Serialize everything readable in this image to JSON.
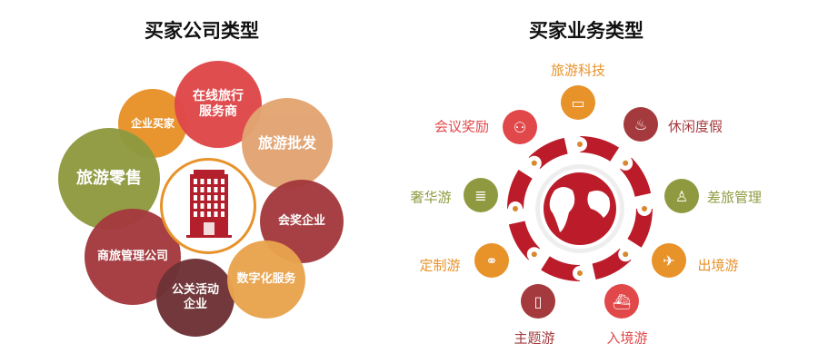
{
  "left": {
    "title": "买家公司类型",
    "bubbles": [
      {
        "label": "企业买家",
        "color": "#e8922a"
      },
      {
        "label": "在线旅行\n服务商",
        "color": "#e0484a"
      },
      {
        "label": "旅游批发",
        "color": "#e3a472"
      },
      {
        "label": "旅游零售",
        "color": "#8f9a40"
      },
      {
        "label": "会奖企业",
        "color": "#a43a3e"
      },
      {
        "label": "商旅管理公司",
        "color": "#a43a3e"
      },
      {
        "label": "公关活动\n企业",
        "color": "#6e3236"
      },
      {
        "label": "数字化服务",
        "color": "#e9a44e"
      }
    ],
    "center_icon": "building-icon"
  },
  "right": {
    "title": "买家业务类型",
    "ring_color": "#bc1c2a",
    "center_icon": "globe-icon",
    "items": [
      {
        "label": "旅游科技",
        "color": "#e8922a",
        "icon": "laptop-icon"
      },
      {
        "label": "会议奖励",
        "color": "#e0484a",
        "icon": "meeting-icon"
      },
      {
        "label": "休闲度假",
        "color": "#a53a3e",
        "icon": "leisure-icon"
      },
      {
        "label": "奢华游",
        "color": "#8f9a40",
        "icon": "coins-icon"
      },
      {
        "label": "差旅管理",
        "color": "#8f9a40",
        "icon": "businessman-icon"
      },
      {
        "label": "定制游",
        "color": "#e8922a",
        "icon": "handshake-icon"
      },
      {
        "label": "出境游",
        "color": "#e8922a",
        "icon": "airplane-icon"
      },
      {
        "label": "主题游",
        "color": "#a53a3e",
        "icon": "phone-icon"
      },
      {
        "label": "入境游",
        "color": "#e0484a",
        "icon": "ship-icon"
      }
    ]
  }
}
